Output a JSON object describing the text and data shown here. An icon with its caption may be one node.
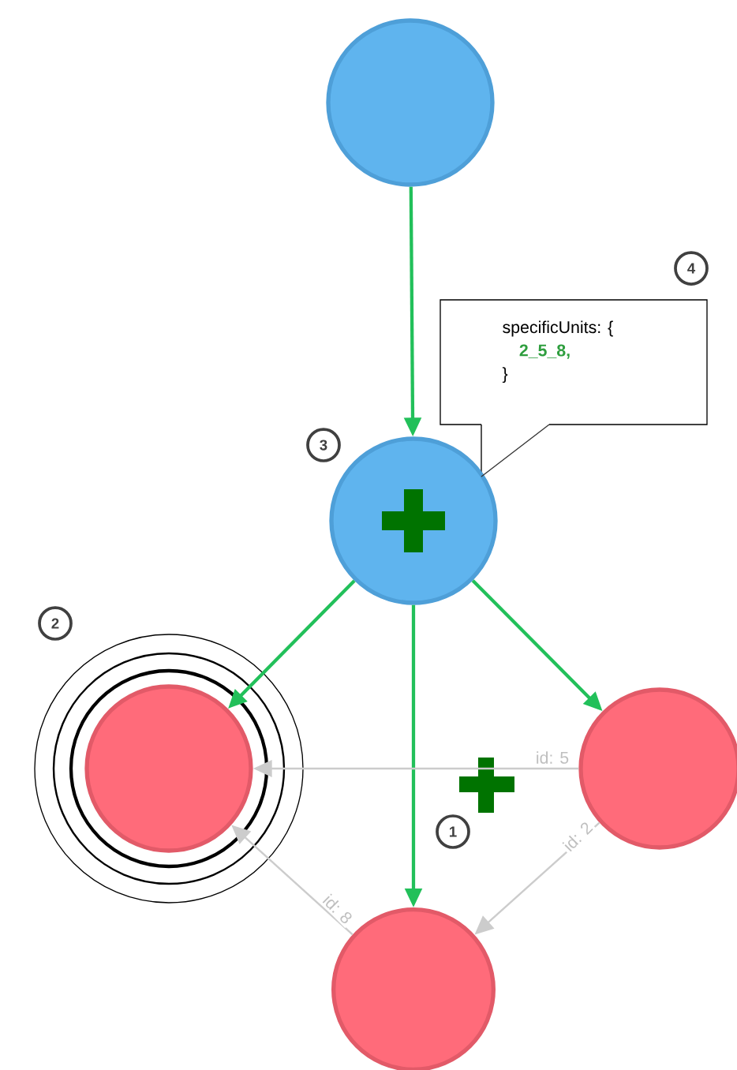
{
  "diagram": {
    "nodes": [
      {
        "text": [],
        "shape": "circle"
      },
      {
        "text": [
          "specificUnits: {",
          "2_5_8,",
          "}"
        ]
      },
      {
        "text": [],
        "shape": "circle"
      },
      {
        "text": [],
        "shape": "circle"
      },
      {
        "text": [],
        "shape": "circle"
      },
      {
        "text": [],
        "shape": "circle"
      }
    ],
    "edges": [
      {
        "from": 0,
        "to": 2,
        "arrow": "to"
      },
      {
        "from": 1,
        "to": 2,
        "arrow": "none",
        "color": "#333333"
      },
      {
        "from": 2,
        "to": 3,
        "arrow": "to"
      },
      {
        "from": 2,
        "to": 5,
        "arrow": "to"
      },
      {
        "from": 2,
        "to": 4,
        "arrow": "to"
      },
      {
        "from": 4,
        "to": 3,
        "arrow": "to",
        "label": "id: 5",
        "color": "#cccccc"
      },
      {
        "from": 4,
        "to": 5,
        "arrow": "to",
        "label": "id: 2",
        "color": "#cccccc"
      },
      {
        "from": 5,
        "to": 3,
        "arrow": "to",
        "label": "id: 8",
        "color": "#cccccc"
      }
    ],
    "labels": [
      "4",
      "3",
      "2",
      "1"
    ]
  }
}
